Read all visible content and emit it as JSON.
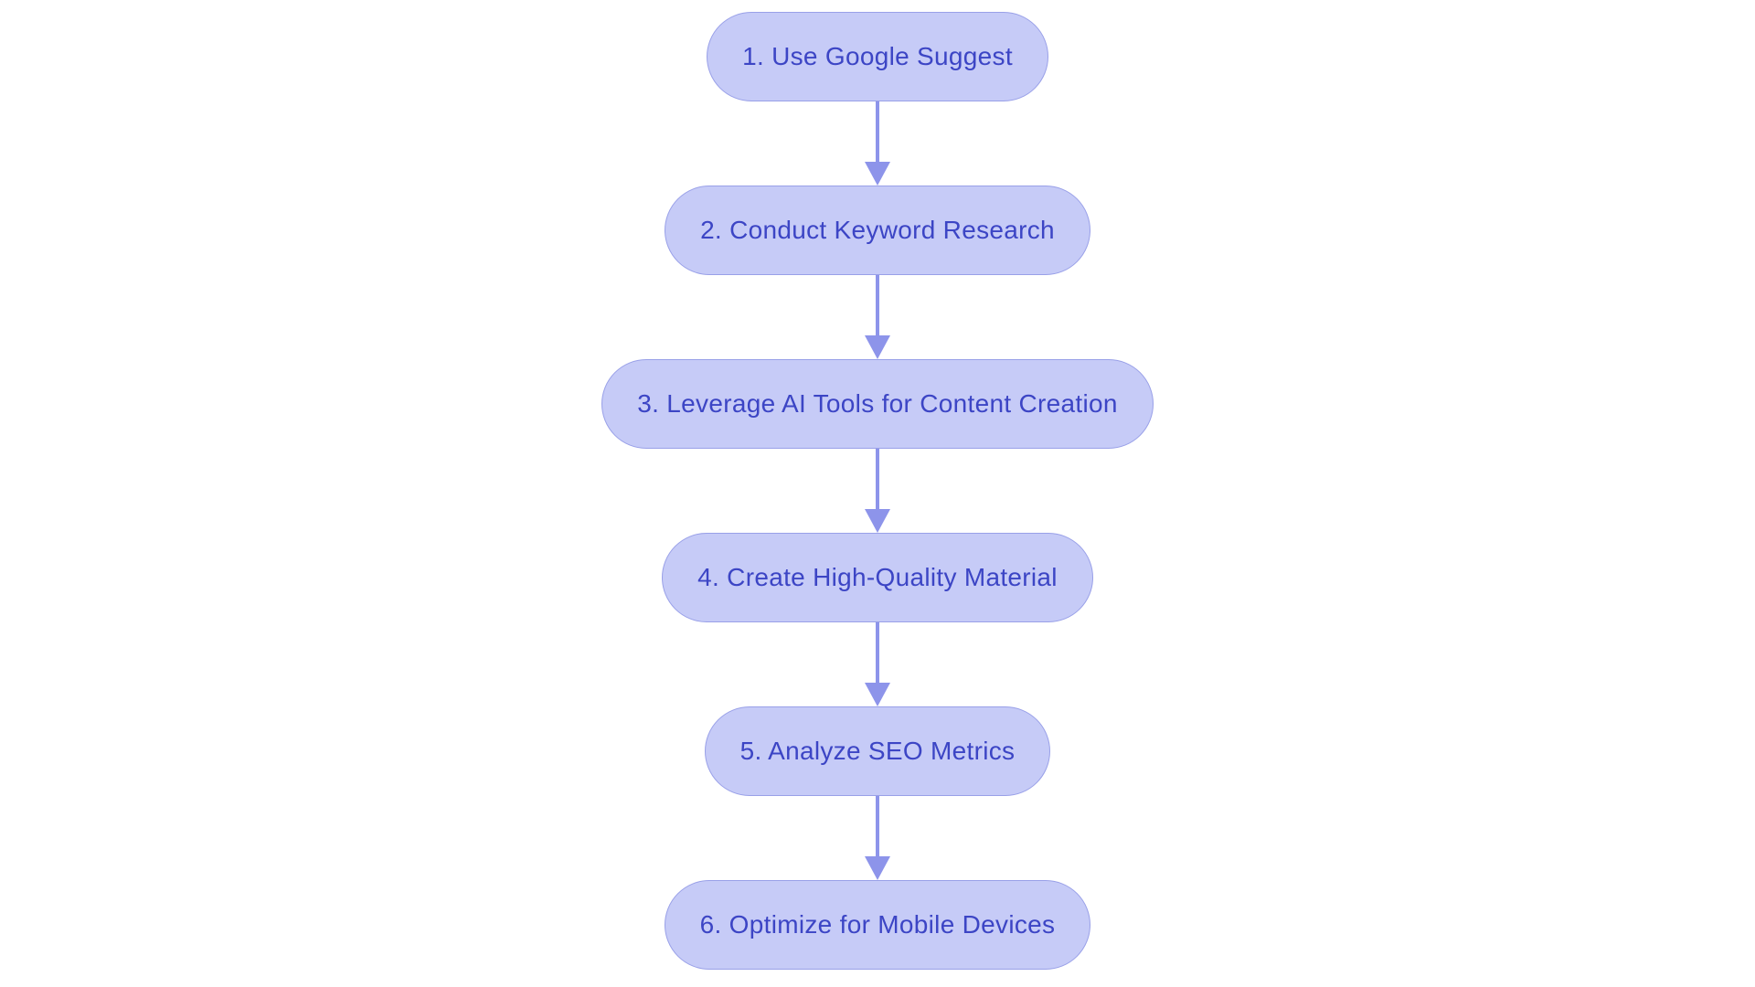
{
  "page": {
    "background": "#ffffff"
  },
  "flowchart": {
    "type": "flowchart",
    "direction": "top-to-bottom",
    "colors": {
      "node_fill": "#c6cbf7",
      "node_border": "#99a0e8",
      "node_text": "#3c45c5",
      "arrow": "#8d94ea"
    },
    "nodes": [
      {
        "id": "step-1",
        "label": "1. Use Google Suggest"
      },
      {
        "id": "step-2",
        "label": "2. Conduct Keyword Research"
      },
      {
        "id": "step-3",
        "label": "3. Leverage AI Tools for Content Creation"
      },
      {
        "id": "step-4",
        "label": "4. Create High-Quality Material"
      },
      {
        "id": "step-5",
        "label": "5. Analyze SEO Metrics"
      },
      {
        "id": "step-6",
        "label": "6. Optimize for Mobile Devices"
      }
    ],
    "edges": [
      {
        "from": "step-1",
        "to": "step-2"
      },
      {
        "from": "step-2",
        "to": "step-3"
      },
      {
        "from": "step-3",
        "to": "step-4"
      },
      {
        "from": "step-4",
        "to": "step-5"
      },
      {
        "from": "step-5",
        "to": "step-6"
      }
    ]
  }
}
